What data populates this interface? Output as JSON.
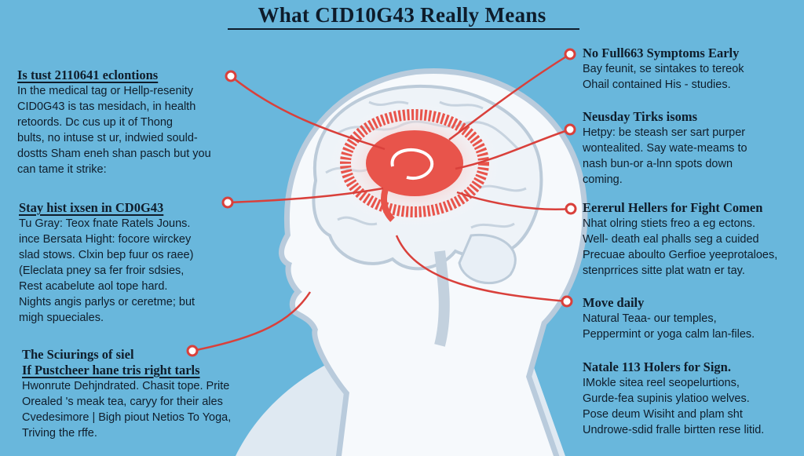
{
  "title": "What CID10G43 Really Means",
  "colors": {
    "background": "#69b7dc",
    "head_fill": "#f3f7fb",
    "brain_highlight": "#e8544b",
    "connector": "#d9403b",
    "text": "#0f1d2b"
  },
  "left_blocks": [
    {
      "heading": "Is tust 2110641 eclontions",
      "lines": [
        "In the medical tag or Hellp-resenity",
        "CID0G43 is tas mesidach, in health",
        "retoords. Dc cus up it of Thong",
        "bults, no intuse st ur, indwied sould-",
        "dostts Sham eneh shan pasch but you",
        "can tame it strike:"
      ]
    },
    {
      "heading": "Stay hist ixsen in CD0G43",
      "lines": [
        "Tu Gray: Teox fnate Ratels Jouns.",
        "ince Bersata Hight: focore wirckey",
        "slad stows. Clxin bep fuur os raee)",
        "(Eleclata pney sa fer froir sdsies,",
        "Rest acabelute aol tope hard.",
        "Nights angis parlys or ceretme; but",
        "migh spueciales."
      ]
    },
    {
      "heading": "The Sciurings of siel",
      "subheading": "If Pustcheer hane tris right tarls",
      "lines": [
        "Hwonrute Dehjndrated. Chasit tope. Prite",
        "Orealed 's meak tea, caryy for their ales",
        "Cvedesimore | Bigh piout Netios To Yoga,",
        "Triving the rffe."
      ]
    }
  ],
  "right_blocks": [
    {
      "heading": "No Full663 Symptoms Early",
      "lines": [
        "Bay feunit, se sintakes to tereok",
        "Ohail contained His - studies."
      ]
    },
    {
      "heading": "Neusday Tirks isoms",
      "lines": [
        "Hetpy: be steash ser sart purper",
        "wontealited. Say wate-meams to",
        "nash bun-or a-lnn spots down",
        "coming."
      ]
    },
    {
      "heading": "Eererul Hellers for Fight Comen",
      "lines": [
        "Nhat olring stiets freo a eg ectons.",
        "Well- death eal phalls seg a cuided",
        "Precuae aboulto Gerfioe yeeprotaloes,",
        "stenprrices sitte plat watn er tay."
      ]
    },
    {
      "heading": "Move daily",
      "lines": [
        "Natural Teaa- our temples,",
        "Peppermint or yoga calm lan-files."
      ]
    },
    {
      "heading": "Natale 113 Holers for Sign.",
      "lines": [
        "IMokle sitea reel seopelurtions,",
        "Gurde-fea supinis ylatioo welves.",
        "Pose deum Wisiht and plam sht",
        "Undrowe-sdid fralle birtten rese litid."
      ]
    }
  ]
}
